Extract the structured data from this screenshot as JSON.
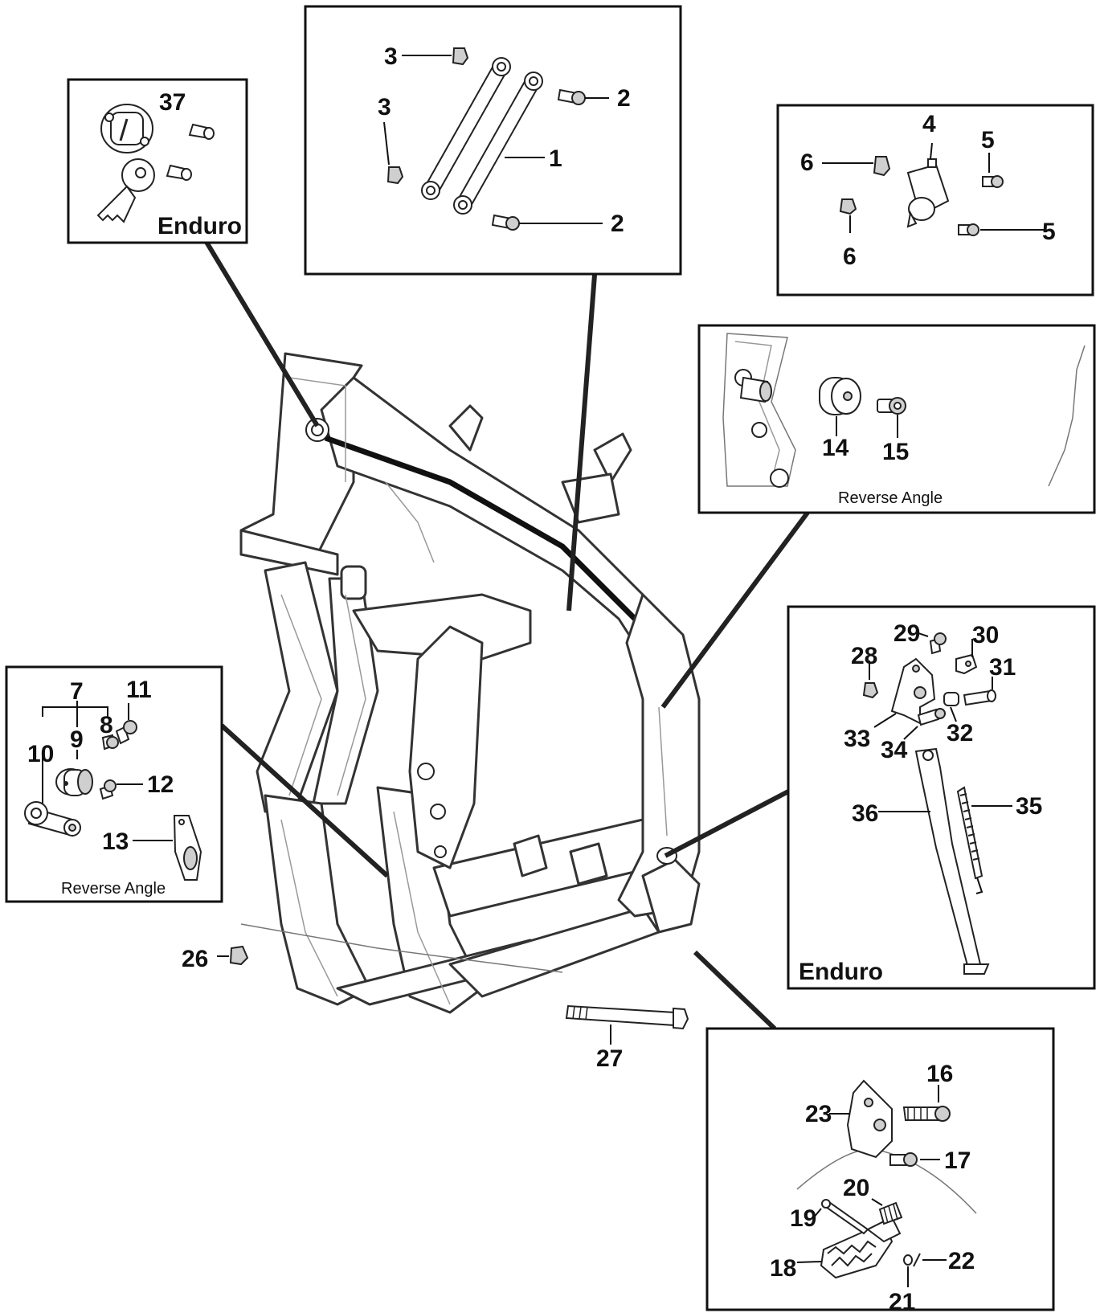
{
  "callouts": {
    "c1": "1",
    "c2a": "2",
    "c2b": "2",
    "c3a": "3",
    "c3b": "3",
    "c4": "4",
    "c5a": "5",
    "c5b": "5",
    "c6a": "6",
    "c6b": "6",
    "c7": "7",
    "c8": "8",
    "c9": "9",
    "c10": "10",
    "c11": "11",
    "c12": "12",
    "c13": "13",
    "c14": "14",
    "c15": "15",
    "c16": "16",
    "c17": "17",
    "c18": "18",
    "c19": "19",
    "c20": "20",
    "c21": "21",
    "c22": "22",
    "c23": "23",
    "c26": "26",
    "c27": "27",
    "c28": "28",
    "c29": "29",
    "c30": "30",
    "c31": "31",
    "c32": "32",
    "c33": "33",
    "c34": "34",
    "c35": "35",
    "c36": "36",
    "c37": "37"
  },
  "captions": {
    "enduro_ignition": "Enduro",
    "enduro_sidestand": "Enduro",
    "reverse_angle_mount": "Reverse Angle",
    "reverse_angle_engine": "Reverse Angle"
  }
}
